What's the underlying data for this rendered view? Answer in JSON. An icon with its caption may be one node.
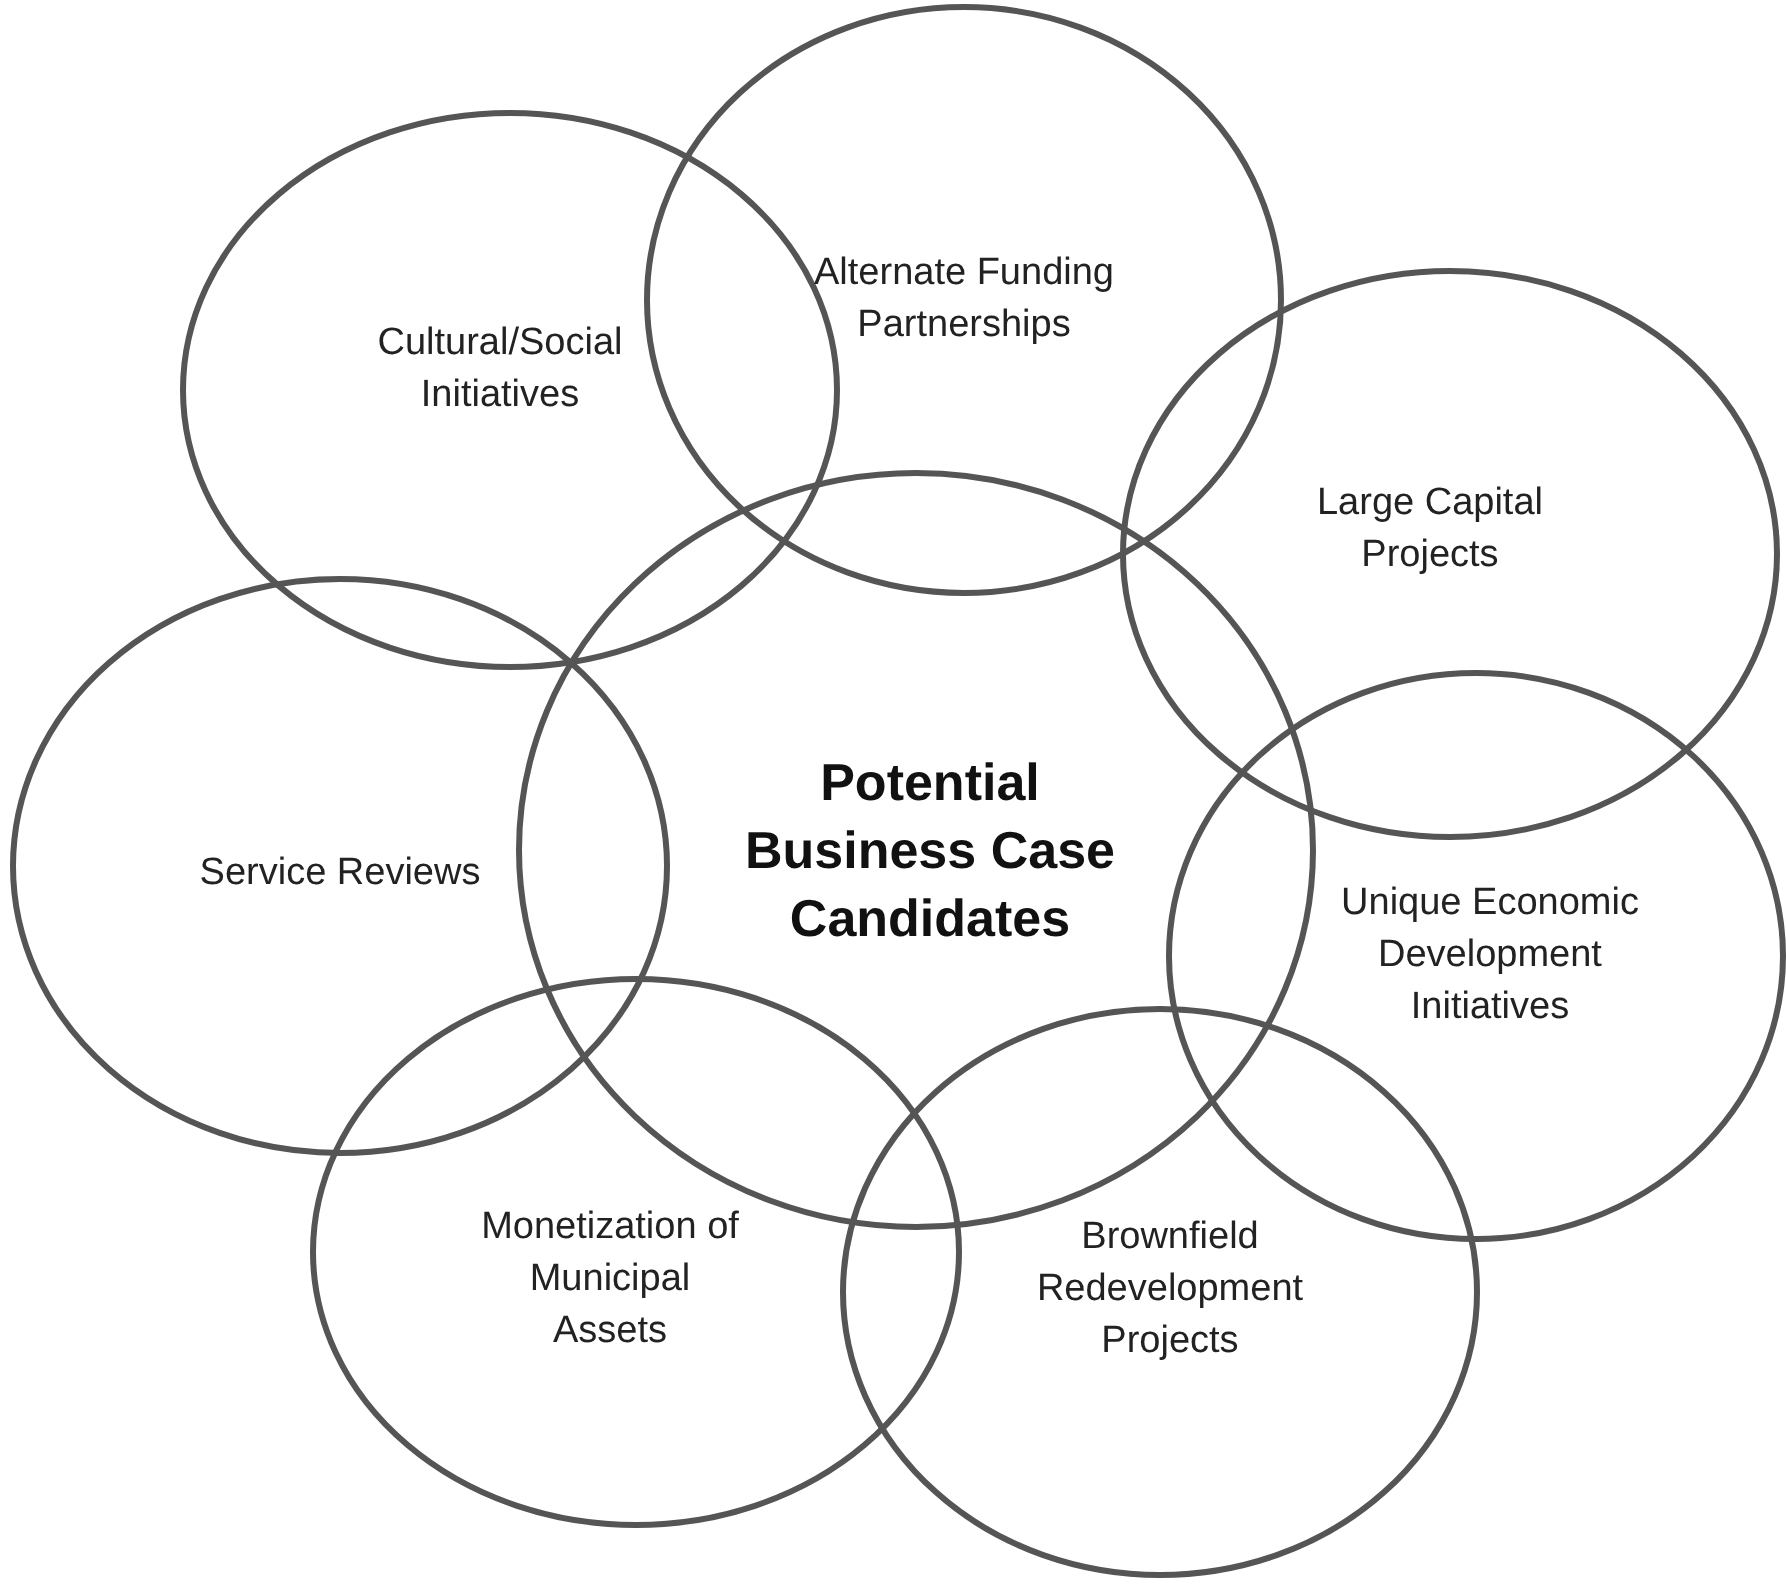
{
  "diagram": {
    "nodes": [
      {
        "text": [
          "Alternate Funding Partnerships"
        ]
      },
      {
        "text": [
          "Cultural/Social Initiatives"
        ]
      },
      {
        "text": [
          "Large Capital Projects"
        ]
      },
      {
        "text": [
          "Potential Business Case Candidates"
        ]
      },
      {
        "text": [
          "Service Reviews"
        ]
      },
      {
        "text": [
          "Unique Economic Development Initiatives"
        ]
      },
      {
        "text": [
          "Monetization of Municipal Assets"
        ]
      },
      {
        "text": [
          "Brownfield Redevelopment Projects"
        ]
      }
    ]
  }
}
